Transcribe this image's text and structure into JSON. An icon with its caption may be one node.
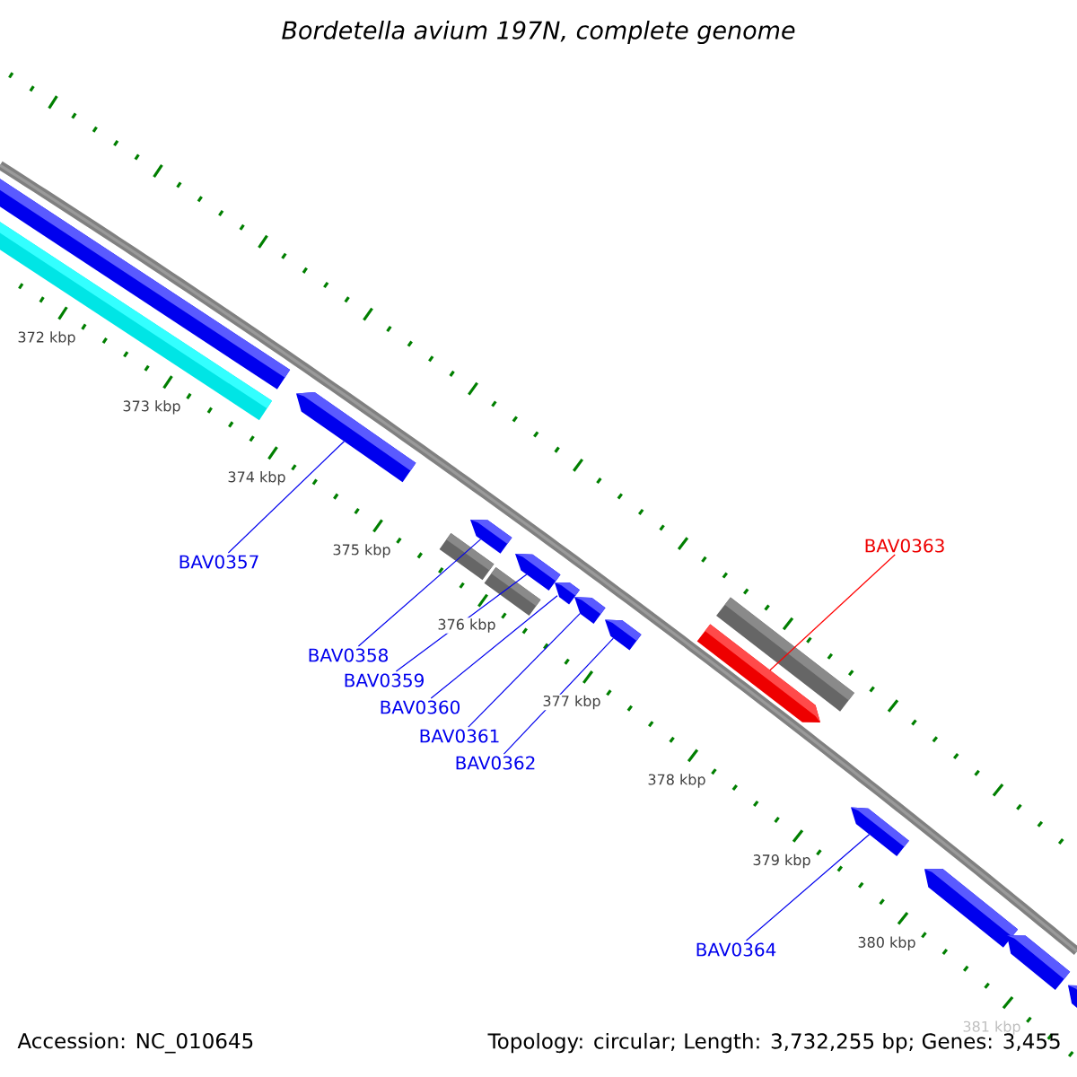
{
  "diagram": {
    "title": "Bordetella avium 197N, complete genome",
    "nodes": [
      {
        "text": [
          "BAV0357"
        ]
      },
      {
        "text": [
          "BAV0358"
        ]
      },
      {
        "text": [
          "BAV0359"
        ]
      },
      {
        "text": [
          "BAV0360"
        ]
      },
      {
        "text": [
          "BAV0361"
        ]
      },
      {
        "text": [
          "BAV0362"
        ]
      },
      {
        "text": [
          "BAV0363"
        ]
      },
      {
        "text": [
          "BAV0364"
        ]
      },
      {
        "text": [],
        "shape": "bar"
      },
      {
        "text": [],
        "shape": "bar"
      },
      {
        "text": [],
        "shape": "pentagon"
      },
      {
        "text": [],
        "shape": "bar"
      },
      {
        "text": [],
        "shape": "pentagon"
      },
      {
        "text": [],
        "shape": "bar"
      },
      {
        "text": [],
        "shape": "pentagon"
      },
      {
        "text": [],
        "shape": "pentagon"
      },
      {
        "text": [],
        "shape": "pentagon"
      },
      {
        "text": [],
        "shape": "pentagon"
      },
      {
        "text": [],
        "shape": "pentagon"
      },
      {
        "text": [],
        "shape": "bar"
      },
      {
        "text": [],
        "shape": "pentagon"
      },
      {
        "text": [],
        "shape": "pentagon"
      },
      {
        "text": [],
        "shape": "pentagon"
      },
      {
        "text": [],
        "shape": "pentagon"
      }
    ],
    "edges": [
      {
        "from": 0,
        "to": 10,
        "arrow": "none"
      },
      {
        "from": 1,
        "to": 12,
        "arrow": "none"
      },
      {
        "from": 2,
        "to": 14,
        "arrow": "none"
      },
      {
        "from": 3,
        "to": 15,
        "arrow": "none"
      },
      {
        "from": 4,
        "to": 16,
        "arrow": "none"
      },
      {
        "from": 5,
        "to": 17,
        "arrow": "none"
      },
      {
        "from": 6,
        "to": 18,
        "arrow": "none",
        "color": "#ff0000"
      },
      {
        "from": 7,
        "to": 20,
        "arrow": "none"
      }
    ],
    "labels": [
      "372 kbp",
      "373 kbp",
      "374 kbp",
      "375 kbp",
      "376 kbp",
      "377 kbp",
      "378 kbp",
      "379 kbp",
      "380 kbp",
      "381 kbp",
      "Accession: NC_010645",
      "Topology: circular; Length: 3,732,255 bp; Genes: 3,455"
    ]
  }
}
